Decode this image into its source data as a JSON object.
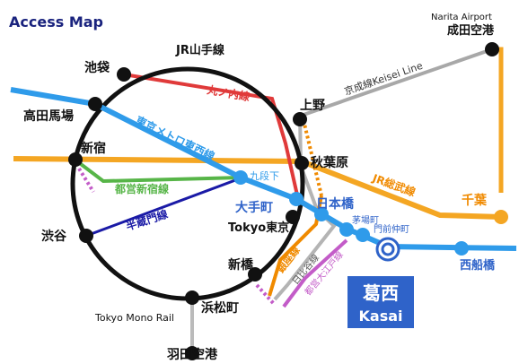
{
  "title": "Access Map",
  "lines": {
    "yamanote": {
      "label": "JR山手線",
      "color": "#111111"
    },
    "marunouchi": {
      "label": "丸ノ内線",
      "color": "#e03a3a"
    },
    "tozai": {
      "label": "東京メトロ東西線",
      "color": "#2f9bea"
    },
    "shinjuku": {
      "label": "都営新宿線",
      "color": "#57b548"
    },
    "hanzomon": {
      "label": "半蔵門線",
      "color": "#1a1aa6"
    },
    "keisei": {
      "label": "京成線Keisei Line",
      "color": "#a8a8a8"
    },
    "sobu": {
      "label": "JR総武線",
      "color": "#f4a623"
    },
    "ginza": {
      "label": "銀座線",
      "color": "#f08a00"
    },
    "hibiya": {
      "label": "日比谷線",
      "color": "#b4b4b4"
    },
    "oedo": {
      "label": "都営大江戸線",
      "color": "#c35cc8"
    },
    "monorail": {
      "label": "Tokyo Mono Rail",
      "color": "#bbbbbb"
    }
  },
  "stations": {
    "ikebukuro": "池袋",
    "takadanobaba": "高田馬場",
    "shinjuku": "新宿",
    "shibuya": "渋谷",
    "shinbashi": "新橋",
    "hamamatsucho": "浜松町",
    "ueno": "上野",
    "akihabara": "秋葉原",
    "kudanshita": "九段下",
    "otemachi": "大手町",
    "tokyo": "Tokyo東京",
    "nihonbashi": "日本橋",
    "kayabacho": "茅場町",
    "monzennakacho": "門前仲町",
    "kasai_jp": "葛西",
    "kasai_en": "Kasai",
    "nishifunabashi": "西船橋",
    "chiba": "千葉",
    "narita_en": "Narita Airport",
    "narita_jp": "成田空港",
    "haneda": "羽田空港"
  },
  "colors": {
    "title": "#1a237e",
    "kasai_box": "#2f63c9"
  }
}
